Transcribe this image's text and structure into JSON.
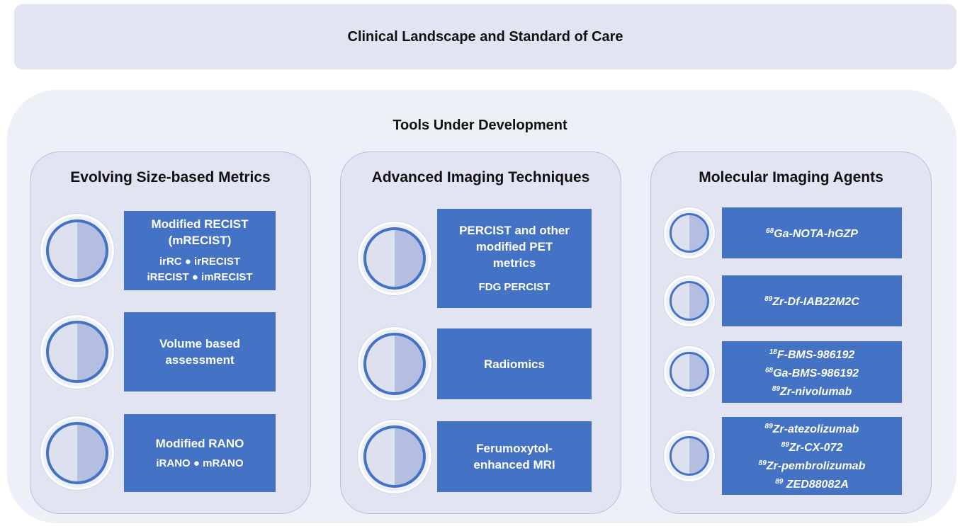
{
  "banner": {
    "title": "Clinical Landscape and Standard of Care"
  },
  "panel": {
    "title": "Tools Under Development"
  },
  "columns": [
    {
      "title": "Evolving Size-based Metrics",
      "items": [
        {
          "main": [
            "Modified RECIST",
            "(mRECIST)"
          ],
          "sub": [
            "irRC ● irRECIST",
            "iRECIST ● imRECIST"
          ]
        },
        {
          "main": [
            "Volume based",
            "assessment"
          ],
          "sub": []
        },
        {
          "main": [
            "Modified RANO"
          ],
          "sub": [
            "iRANO ● mRANO"
          ]
        }
      ]
    },
    {
      "title": "Advanced Imaging Techniques",
      "items": [
        {
          "main": [
            "PERCIST and other",
            "modified PET",
            "metrics"
          ],
          "sub": [
            "FDG PERCIST"
          ]
        },
        {
          "main": [
            "Radiomics"
          ],
          "sub": []
        },
        {
          "main": [
            "Ferumoxytol-",
            "enhanced MRI"
          ],
          "sub": []
        }
      ]
    },
    {
      "title": "Molecular Imaging Agents",
      "items": [
        {
          "agents": [
            {
              "iso": "68",
              "name": "Ga-NOTA-hGZP"
            }
          ]
        },
        {
          "agents": [
            {
              "iso": "89",
              "name": "Zr-Df-IAB22M2C"
            }
          ]
        },
        {
          "agents": [
            {
              "iso": "18",
              "name": "F-BMS-986192"
            },
            {
              "iso": "68",
              "name": "Ga-BMS-986192"
            },
            {
              "iso": "89",
              "name": "Zr-nivolumab"
            }
          ]
        },
        {
          "agents": [
            {
              "iso": "89",
              "name": "Zr-atezolizumab"
            },
            {
              "iso": "89",
              "name": "Zr-CX-072"
            },
            {
              "iso": "89",
              "name": "Zr-pembrolizumab"
            },
            {
              "iso": "89",
              "name": " ZED88082A"
            }
          ]
        }
      ]
    }
  ],
  "colors": {
    "tag": "#4472c4",
    "panel": "#eef0f8",
    "box": "#e2e4f1"
  }
}
